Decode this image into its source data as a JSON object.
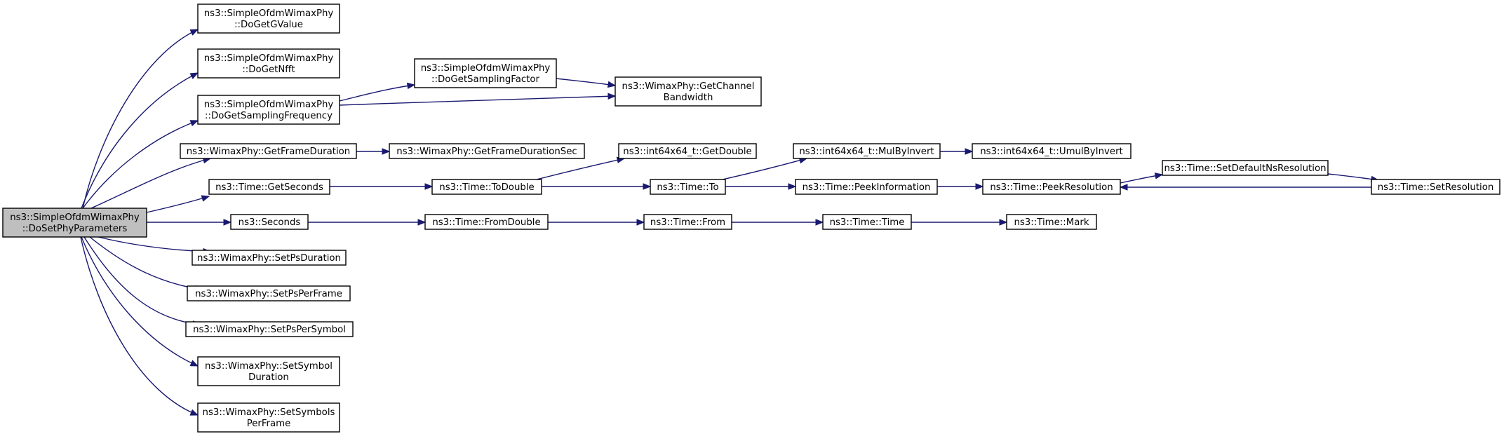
{
  "graph": {
    "nodes": [
      {
        "id": "root",
        "lines": [
          "ns3::SimpleOfdmWimaxPhy",
          "::DoSetPhyParameters"
        ],
        "root": true
      },
      {
        "id": "getgvalue",
        "lines": [
          "ns3::SimpleOfdmWimaxPhy",
          "::DoGetGValue"
        ]
      },
      {
        "id": "getnfft",
        "lines": [
          "ns3::SimpleOfdmWimaxPhy",
          "::DoGetNfft"
        ]
      },
      {
        "id": "getsamplingfreq",
        "lines": [
          "ns3::SimpleOfdmWimaxPhy",
          "::DoGetSamplingFrequency"
        ]
      },
      {
        "id": "getsamplingfactor",
        "lines": [
          "ns3::SimpleOfdmWimaxPhy",
          "::DoGetSamplingFactor"
        ]
      },
      {
        "id": "getchannelbw",
        "lines": [
          "ns3::WimaxPhy::GetChannel",
          "Bandwidth"
        ]
      },
      {
        "id": "getframeduration",
        "lines": [
          "ns3::WimaxPhy::GetFrameDuration"
        ]
      },
      {
        "id": "getframedurationsec",
        "lines": [
          "ns3::WimaxPhy::GetFrameDurationSec"
        ]
      },
      {
        "id": "getseconds",
        "lines": [
          "ns3::Time::GetSeconds"
        ]
      },
      {
        "id": "todouble",
        "lines": [
          "ns3::Time::ToDouble"
        ]
      },
      {
        "id": "getdouble",
        "lines": [
          "ns3::int64x64_t::GetDouble"
        ]
      },
      {
        "id": "to",
        "lines": [
          "ns3::Time::To"
        ]
      },
      {
        "id": "mulbyinvert",
        "lines": [
          "ns3::int64x64_t::MulByInvert"
        ]
      },
      {
        "id": "umulbyinvert",
        "lines": [
          "ns3::int64x64_t::UmulByInvert"
        ]
      },
      {
        "id": "peekinfo",
        "lines": [
          "ns3::Time::PeekInformation"
        ]
      },
      {
        "id": "peekres",
        "lines": [
          "ns3::Time::PeekResolution"
        ]
      },
      {
        "id": "setdefaultns",
        "lines": [
          "ns3::Time::SetDefaultNsResolution"
        ]
      },
      {
        "id": "setres",
        "lines": [
          "ns3::Time::SetResolution"
        ]
      },
      {
        "id": "seconds",
        "lines": [
          "ns3::Seconds"
        ]
      },
      {
        "id": "fromdouble",
        "lines": [
          "ns3::Time::FromDouble"
        ]
      },
      {
        "id": "from",
        "lines": [
          "ns3::Time::From"
        ]
      },
      {
        "id": "time",
        "lines": [
          "ns3::Time::Time"
        ]
      },
      {
        "id": "mark",
        "lines": [
          "ns3::Time::Mark"
        ]
      },
      {
        "id": "setpsduration",
        "lines": [
          "ns3::WimaxPhy::SetPsDuration"
        ]
      },
      {
        "id": "setpsperframe",
        "lines": [
          "ns3::WimaxPhy::SetPsPerFrame"
        ]
      },
      {
        "id": "setpspersymbol",
        "lines": [
          "ns3::WimaxPhy::SetPsPerSymbol"
        ]
      },
      {
        "id": "setsymbolduration",
        "lines": [
          "ns3::WimaxPhy::SetSymbol",
          "Duration"
        ]
      },
      {
        "id": "setsymbolsperframe",
        "lines": [
          "ns3::WimaxPhy::SetSymbols",
          "PerFrame"
        ]
      }
    ],
    "edges": [
      {
        "from": "root",
        "to": "getgvalue"
      },
      {
        "from": "root",
        "to": "getnfft"
      },
      {
        "from": "root",
        "to": "getsamplingfreq"
      },
      {
        "from": "root",
        "to": "getframeduration"
      },
      {
        "from": "root",
        "to": "getseconds"
      },
      {
        "from": "root",
        "to": "seconds"
      },
      {
        "from": "root",
        "to": "setpsduration"
      },
      {
        "from": "root",
        "to": "setpsperframe"
      },
      {
        "from": "root",
        "to": "setpspersymbol"
      },
      {
        "from": "root",
        "to": "setsymbolduration"
      },
      {
        "from": "root",
        "to": "setsymbolsperframe"
      },
      {
        "from": "getsamplingfreq",
        "to": "getsamplingfactor"
      },
      {
        "from": "getsamplingfreq",
        "to": "getchannelbw"
      },
      {
        "from": "getsamplingfactor",
        "to": "getchannelbw"
      },
      {
        "from": "getframeduration",
        "to": "getframedurationsec"
      },
      {
        "from": "getseconds",
        "to": "todouble"
      },
      {
        "from": "todouble",
        "to": "getdouble"
      },
      {
        "from": "todouble",
        "to": "to"
      },
      {
        "from": "to",
        "to": "mulbyinvert"
      },
      {
        "from": "to",
        "to": "peekinfo"
      },
      {
        "from": "mulbyinvert",
        "to": "umulbyinvert"
      },
      {
        "from": "peekinfo",
        "to": "peekres"
      },
      {
        "from": "peekres",
        "to": "setdefaultns"
      },
      {
        "from": "setdefaultns",
        "to": "setres"
      },
      {
        "from": "setres",
        "to": "peekres"
      },
      {
        "from": "seconds",
        "to": "fromdouble"
      },
      {
        "from": "fromdouble",
        "to": "from"
      },
      {
        "from": "from",
        "to": "time"
      },
      {
        "from": "time",
        "to": "mark"
      }
    ]
  }
}
